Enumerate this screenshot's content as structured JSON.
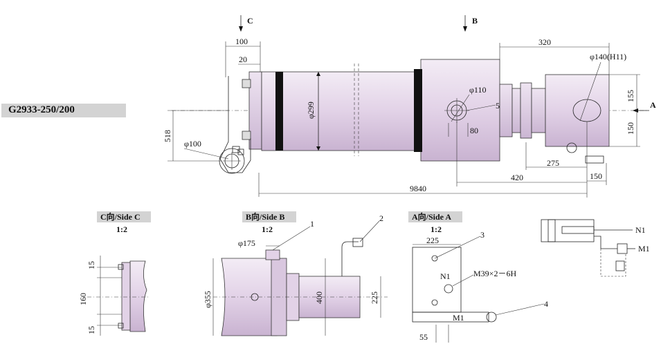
{
  "model": "G2933-250/200",
  "arrows": {
    "c": "C",
    "b": "B",
    "a": "A"
  },
  "dims": {
    "d100_top": "100",
    "d20": "20",
    "d320": "320",
    "phi140": "φ140(H11)",
    "phi299": "φ299",
    "phi110": "φ110",
    "d155": "155",
    "d150_right": "150",
    "d80": "80",
    "d518": "518",
    "phi100": "φ100",
    "d275": "275",
    "d420": "420",
    "d150_bottom": "150",
    "d9840": "9840",
    "callout5": "5"
  },
  "views": {
    "side_c": {
      "title": "C向/Side C",
      "scale": "1:2",
      "d15a": "15",
      "d160": "160",
      "d15b": "15"
    },
    "side_b": {
      "title": "B向/Side B",
      "scale": "1:2",
      "phi175": "φ175",
      "phi355": "φ355",
      "d400": "400",
      "d225": "225",
      "callout1": "1",
      "callout2": "2"
    },
    "side_a": {
      "title": "A向/Side A",
      "scale": "1:2",
      "d225": "225",
      "n1": "N1",
      "m39": "M39×2－6H",
      "m1": "M1",
      "d55": "55",
      "callout3": "3",
      "callout4": "4"
    }
  },
  "hydraulic": {
    "n1": "N1",
    "m1": "M1"
  },
  "colors": {
    "body_fill": "#e6d8ea",
    "shade": "#cdb8d4",
    "band": "#111111",
    "label_bg": "#d3d3d3"
  }
}
